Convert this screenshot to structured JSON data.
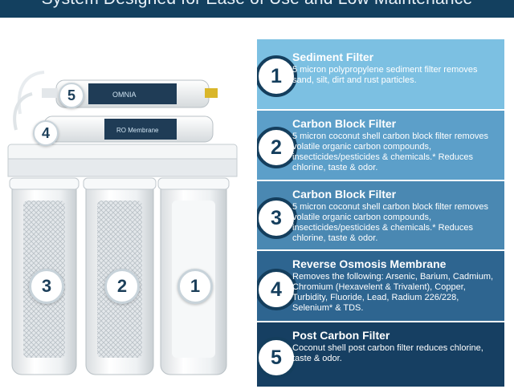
{
  "banner": {
    "text": "System Designed for Ease of Use and Low Maintenance"
  },
  "illustration": {
    "badges": [
      "5",
      "4",
      "3",
      "2",
      "1"
    ],
    "brand": "OMNIA"
  },
  "steps": [
    {
      "number": "1",
      "title": "Sediment Filter",
      "description": "5 micron polypropylene sediment filter removes sand, silt, dirt and rust particles.",
      "color": "#7cc0e2"
    },
    {
      "number": "2",
      "title": "Carbon Block Filter",
      "description": "5 micron coconut shell carbon block filter removes volatile organic carbon compounds, insecticides/pesticides & chemicals.* Reduces chlorine, taste & odor.",
      "color": "#5c9fc9"
    },
    {
      "number": "3",
      "title": "Carbon Block Filter",
      "description": "5 micron coconut shell carbon block filter removes volatile organic carbon compounds, insecticides/pesticides & chemicals.* Reduces chlorine, taste & odor.",
      "color": "#4a88b2"
    },
    {
      "number": "4",
      "title": "Reverse Osmosis Membrane",
      "description": "Removes the following: Arsenic, Barium, Cadmium, Chromium (Hexavelent & Trivalent), Copper, Turbidity, Fluoride, Lead, Radium 226/228, Selenium* & TDS.",
      "color": "#2e6590"
    },
    {
      "number": "5",
      "title": "Post Carbon Filter",
      "description": "Coconut shell post carbon filter reduces chlorine, taste & odor.",
      "color": "#163f62"
    }
  ]
}
